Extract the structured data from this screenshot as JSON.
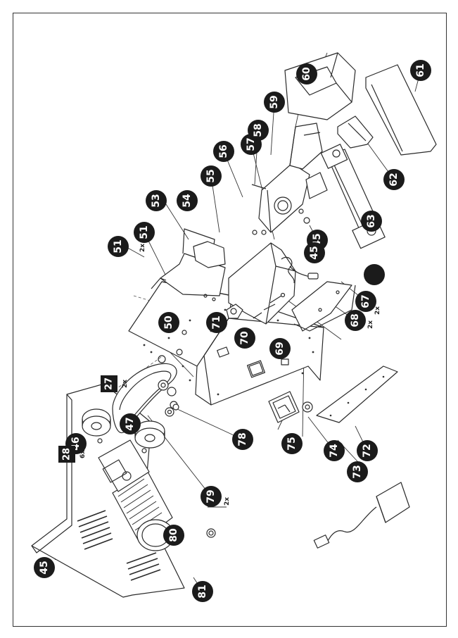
{
  "callouts": [
    {
      "id": "c45a",
      "label": "45"
    },
    {
      "id": "c46",
      "label": "46"
    },
    {
      "id": "c47",
      "label": "47"
    },
    {
      "id": "c50",
      "label": "50"
    },
    {
      "id": "c51a",
      "label": "51"
    },
    {
      "id": "c51b",
      "label": "51"
    },
    {
      "id": "c53",
      "label": "53"
    },
    {
      "id": "c54",
      "label": "54"
    },
    {
      "id": "c55",
      "label": "55"
    },
    {
      "id": "c56",
      "label": "56"
    },
    {
      "id": "c57",
      "label": "57"
    },
    {
      "id": "c58",
      "label": "58"
    },
    {
      "id": "c59",
      "label": "59"
    },
    {
      "id": "c60",
      "label": "60"
    },
    {
      "id": "c61",
      "label": "61"
    },
    {
      "id": "c62",
      "label": "62"
    },
    {
      "id": "c63",
      "label": "63"
    },
    {
      "id": "c45b",
      "label": "45"
    },
    {
      "id": "c45c",
      "label": "45"
    },
    {
      "id": "c67",
      "label": "67"
    },
    {
      "id": "c68",
      "label": "68"
    },
    {
      "id": "c69",
      "label": "69"
    },
    {
      "id": "c70",
      "label": "70"
    },
    {
      "id": "c71",
      "label": "71"
    },
    {
      "id": "c72",
      "label": "72"
    },
    {
      "id": "c73",
      "label": "73"
    },
    {
      "id": "c74",
      "label": "74"
    },
    {
      "id": "c75",
      "label": "75"
    },
    {
      "id": "c78",
      "label": "78"
    },
    {
      "id": "c79",
      "label": "79"
    },
    {
      "id": "c80",
      "label": "80"
    },
    {
      "id": "c81",
      "label": "81"
    },
    {
      "id": "cblank",
      "label": ""
    }
  ],
  "boxes": [
    {
      "id": "b27",
      "label": "27"
    },
    {
      "id": "b28",
      "label": "28"
    }
  ],
  "quantities": [
    {
      "id": "q27",
      "label": "2x"
    },
    {
      "id": "q28",
      "label": "6x"
    },
    {
      "id": "q51",
      "label": "2x"
    },
    {
      "id": "q67",
      "label": "2x"
    },
    {
      "id": "q68",
      "label": "2x"
    },
    {
      "id": "q79",
      "label": "2x"
    }
  ]
}
